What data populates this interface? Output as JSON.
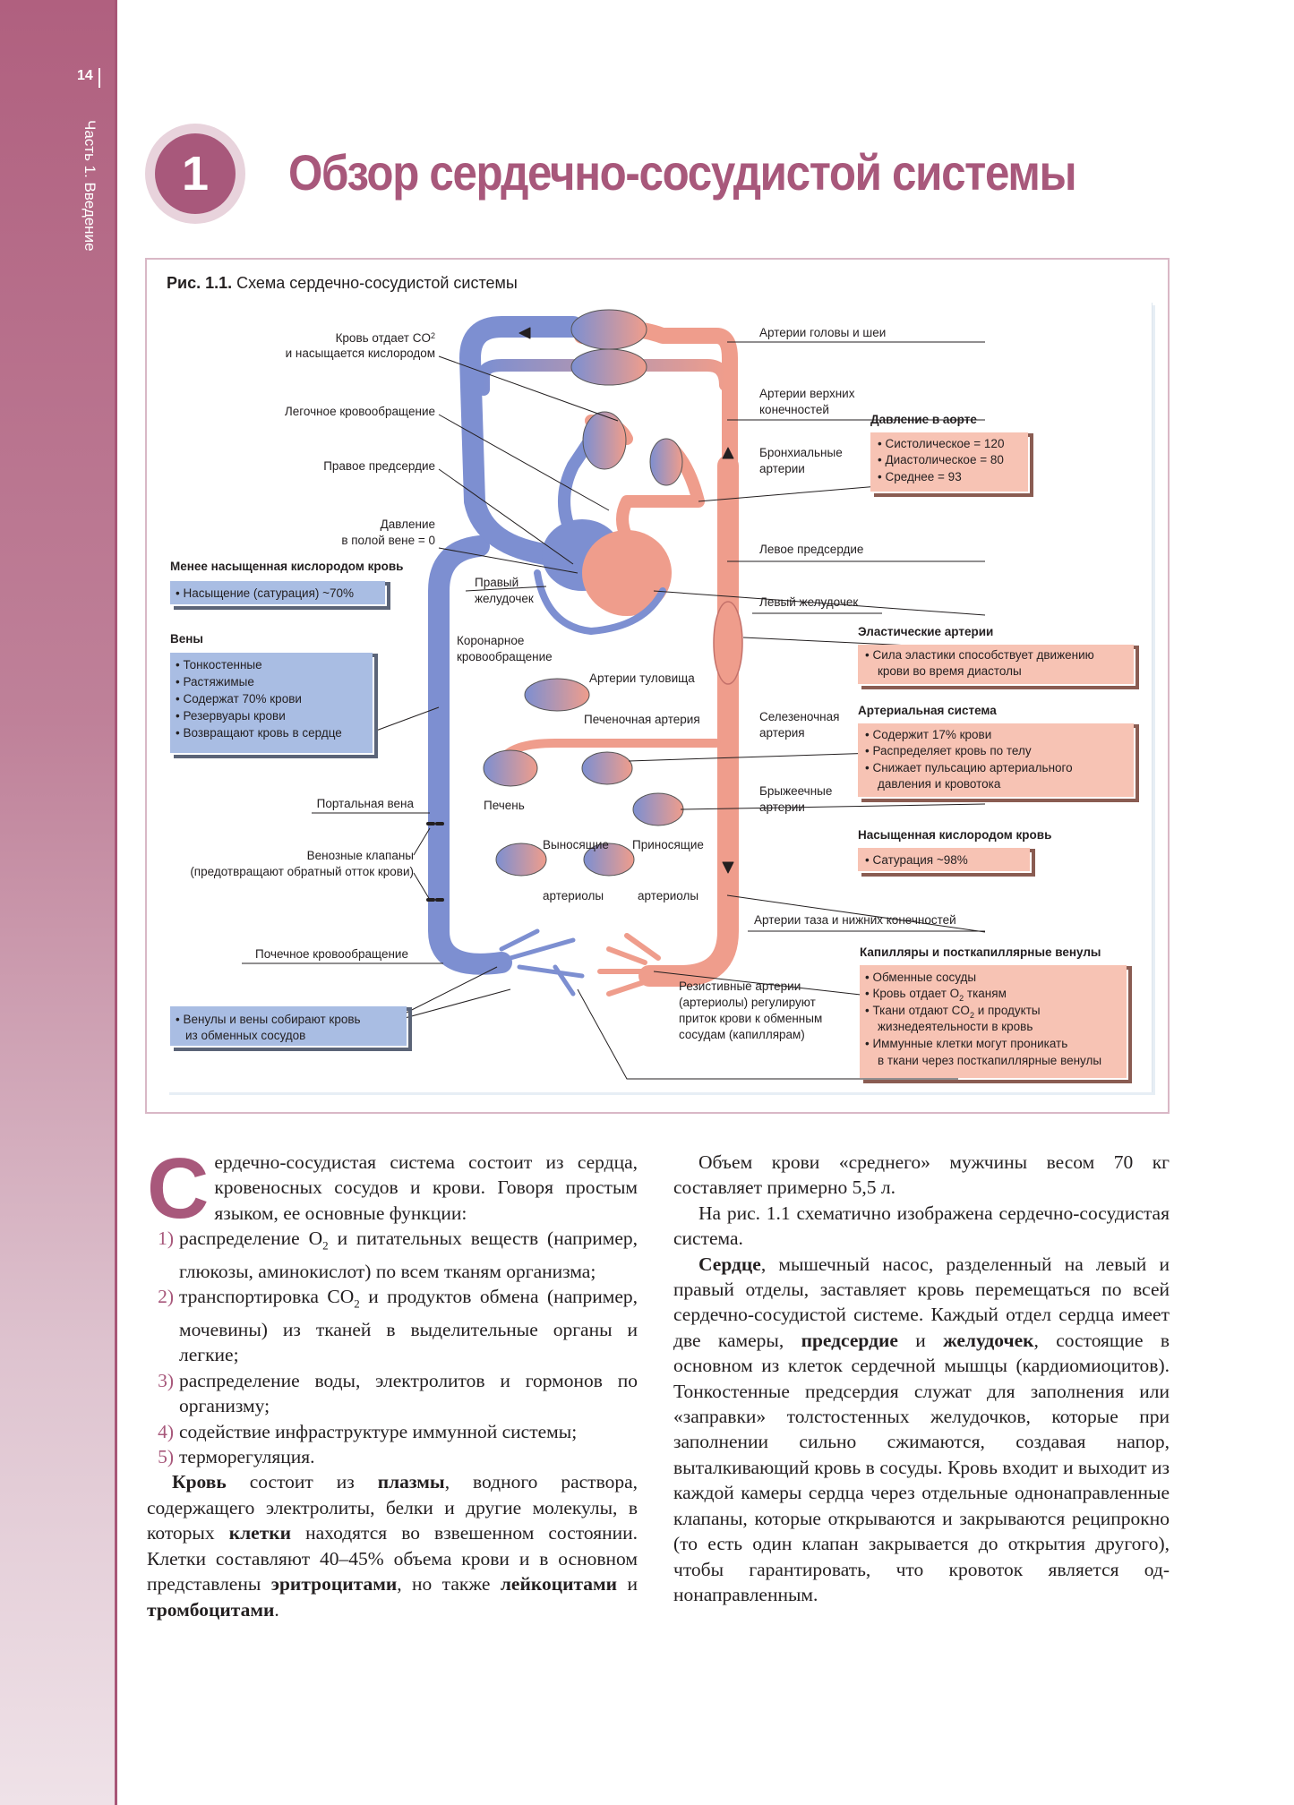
{
  "page": {
    "number": "14",
    "part": "Часть 1. Введение"
  },
  "chapter": {
    "number": "1",
    "title": "Обзор сердечно-сосудистой системы"
  },
  "figure": {
    "caption_bold": "Рис. 1.1.",
    "caption_text": " Схема сердечно-сосудистой системы",
    "labels": {
      "co2_1": "Кровь отдает CO",
      "co2_2": "и насыщается кислородом",
      "pulmonary": "Легочное кровообращение",
      "right_atrium": "Правое предсердие",
      "vena_pressure_1": "Давление",
      "vena_pressure_2": "в полой вене = 0",
      "right_ventricle_1": "Правый",
      "right_ventricle_2": "желудочек",
      "coronary_1": "Коронарное",
      "coronary_2": "кровообращение",
      "trunk_arteries": "Артерии туловища",
      "hepatic_artery": "Печеночная артерия",
      "portal_vein": "Портальная вена",
      "liver": "Печень",
      "valves_1": "Венозные клапаны",
      "valves_2": "(предотвращают обратный отток крови)",
      "efferent": "Выносящие",
      "afferent": "Приносящие",
      "arterioles_1": "артериолы",
      "arterioles_2": "артериолы",
      "renal": "Почечное кровообращение",
      "head_arteries": "Артерии головы и шеи",
      "upper_limbs_1": "Артерии верхних",
      "upper_limbs_2": "конечностей",
      "bronchial_1": "Бронхиальные",
      "bronchial_2": "артерии",
      "left_atrium": "Левое предсердие",
      "left_ventricle": "Левый желудочек",
      "splenic_1": "Селезеночная",
      "splenic_2": "артерия",
      "mesenteric_1": "Брыжеечные",
      "mesenteric_2": "артерии",
      "pelvis": "Артерии таза и нижних конечностей",
      "resist_1": "Резистивные артерии",
      "resist_2": "(артериолы) регулируют",
      "resist_3": "приток крови к обменным",
      "resist_4": "сосудам (капиллярам)"
    },
    "boxes": {
      "deoxy": {
        "title": "Менее насыщенная кислородом кровь",
        "items": [
          "• Насыщение (сатурация) ~70%"
        ]
      },
      "veins": {
        "title": "Вены",
        "items": [
          "• Тонкостенные",
          "• Растяжимые",
          "• Содержат 70% крови",
          "• Резервуары крови",
          "• Возвращают кровь в сердце"
        ]
      },
      "venules": {
        "items": [
          "• Венулы и вены собирают кровь",
          "из обменных сосудов"
        ]
      },
      "aorta": {
        "title": "Давление в аорте",
        "items": [
          "• Систолическое = 120",
          "• Диастолическое = 80",
          "• Среднее = 93"
        ]
      },
      "elastic": {
        "title": "Эластические артерии",
        "items": [
          "• Сила эластики способствует движению",
          "крови во время диастолы"
        ]
      },
      "arterial": {
        "title": "Артериальная система",
        "items": [
          "• Содержит 17% крови",
          "• Распределяет кровь по телу",
          "• Снижает пульсацию артериального",
          "давления и кровотока"
        ]
      },
      "oxy": {
        "title": "Насыщенная кислородом кровь",
        "items": [
          "• Сатурация ~98%"
        ]
      },
      "capillaries": {
        "title": "Капилляры и посткапиллярные венулы",
        "items": [
          "• Обменные сосуды",
          "• Кровь отдает O",
          "• Ткани отдают CO",
          "жизнедеятельности в кровь",
          "• Иммунные клетки могут проникать",
          "в ткани через посткапиллярные венулы"
        ],
        "o2_tail": " тканям",
        "co2_tail": " и продукты",
        "sub2": "2"
      }
    },
    "colors": {
      "vein": "#7d8fd1",
      "artery": "#ef9d8c",
      "vein_box": "#a9bde3",
      "artery_box": "#f7c3b4",
      "accent": "#a8587b"
    }
  },
  "text": {
    "dropcap": "С",
    "intro": "ердечно-сосудистая система состоит из сердца, кровеносных сосудов и крови. Гово­ря простым языком, ее основные функции:",
    "list": [
      {
        "num": "1)",
        "pre": "распределение O",
        "sub": "2",
        "post": " и питательных веществ (например, глюкозы, аминокислот) по всем тканям организма;"
      },
      {
        "num": "2)",
        "pre": "транспортировка CO",
        "sub": "2",
        "post": " и продуктов обмена (например, мочевины) из тканей в выдели­тельные органы и легкие;"
      },
      {
        "num": "3)",
        "pre": "распределение воды, электролитов и гормо­нов по организму;",
        "sub": "",
        "post": ""
      },
      {
        "num": "4)",
        "pre": "содействие инфраструктуре иммунной си­стемы;",
        "sub": "",
        "post": ""
      },
      {
        "num": "5)",
        "pre": "терморегуляция.",
        "sub": "",
        "post": ""
      }
    ],
    "blood": {
      "b1": "Кровь",
      "t1": " состоит из ",
      "b2": "плазмы",
      "t2": ", водного раствора, содержащего электролиты, белки и другие моле­кулы, в которых ",
      "b3": "клетки",
      "t3": " находятся во взвешенном состоянии. Клетки составляют 40–45% объема крови и в основном представлены ",
      "b4": "эритроцита­ми",
      "t4": ", но также ",
      "b5": "лейкоцитами",
      "t5": " и ",
      "b6": "тромбоцитами",
      "t6": "."
    },
    "right_p1": "Объем крови «среднего» мужчины весом 70 кг составляет примерно 5,5 л.",
    "right_p2": "На рис. 1.1 схематично изображена сердечно-сосудистая система.",
    "heart": {
      "b1": "Сердце",
      "t1": ", мышечный насос, разделенный на левый и правый отделы, заставляет кровь пере­мещаться по всей сердечно-сосудистой системе. Каждый отдел сердца имеет две камеры, ",
      "b2": "предсер­дие",
      "t2": " и ",
      "b3": "желудочек",
      "t3": ", состоящие в основном из кле­ток сердечной мышцы (кардиомиоцитов). Тонко­стенные предсердия служат для заполнения или «заправки» толстостенных желудочков, которые при заполнении сильно сжимаются, создавая на­пор, выталкивающий кровь в сосуды. Кровь вхо­дит и выходит из каждой камеры сердца через отдельные однонаправленные клапаны, которые открываются и закрываются реципрокно (то есть один клапан закрывается до открытия другого), чтобы гарантировать, что кровоток является од­нонаправленным."
    }
  }
}
